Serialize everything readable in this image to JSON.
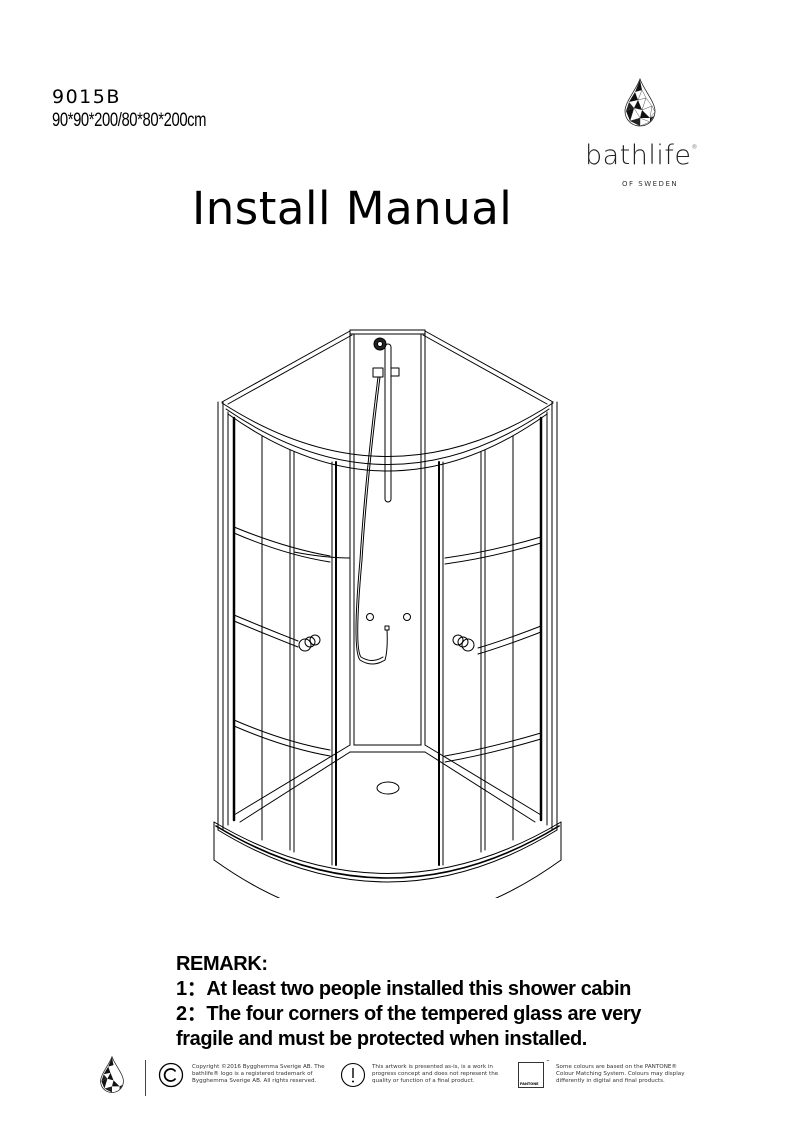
{
  "header": {
    "model": "9015B",
    "dimensions": "90*90*200/80*80*200cm",
    "title": "Install Manual"
  },
  "brand": {
    "name": "bathlife",
    "registered_mark": "®",
    "subtitle": "OF SWEDEN",
    "logo_icon": "geometric-water-drop-icon"
  },
  "illustration": {
    "subject": "quarter-round shower cabin with sliding glass doors, shower head, hand shower hose and tray"
  },
  "remark": {
    "heading": "REMARK:",
    "items": [
      "1：At least two people installed this shower cabin",
      "2：The four corners of the tempered glass are very",
      "fragile and must be protected when installed."
    ]
  },
  "footer": {
    "copyright_icon": "copyright-icon",
    "copyright_lines": [
      "Copyright ©2016 Bygghemma Sverige AB. The",
      "bathlife® logo is a registered trademark of",
      "Bygghemma Sverige AB. All rights reserved."
    ],
    "warning_icon": "exclamation-circle-icon",
    "disclaimer_lines": [
      "This artwork is presented as-is, is a work in",
      "progress concept and does not represent  the",
      "quality or function of a final product."
    ],
    "pantone_label": "PANTONE",
    "pantone_tm": "™",
    "pantone_lines": [
      "Some colours are based on the PANTONE®",
      "Colour Matching System. Colours may display",
      "differently in digital and final products."
    ]
  }
}
